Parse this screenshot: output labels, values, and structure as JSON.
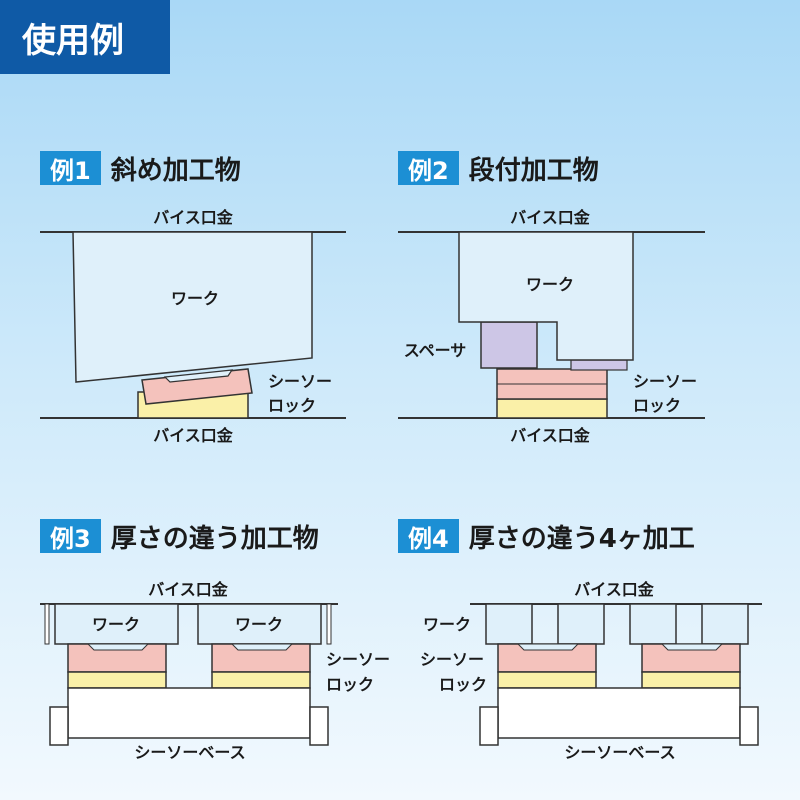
{
  "header": {
    "title": "使用例"
  },
  "examples": [
    {
      "badge": "例1",
      "title": "斜め加工物"
    },
    {
      "badge": "例2",
      "title": "段付加工物"
    },
    {
      "badge": "例3",
      "title": "厚さの違う加工物"
    },
    {
      "badge": "例4",
      "title": "厚さの違う4ヶ加工"
    }
  ],
  "labels": {
    "vise_jaw": "バイス口金",
    "work": "ワーク",
    "spacer": "スペーサ",
    "seesaw_lock_line1": "シーソー",
    "seesaw_lock_line2": "ロック",
    "seesaw_base": "シーソーベース"
  },
  "colors": {
    "work": "#dff0fa",
    "seesaw_lock_top": "#f4c2bc",
    "seesaw_lock_bottom": "#faf0a8",
    "spacer": "#cdc6e6",
    "header_bg": "#0f5aa6",
    "badge_bg": "#1c8fd4"
  }
}
